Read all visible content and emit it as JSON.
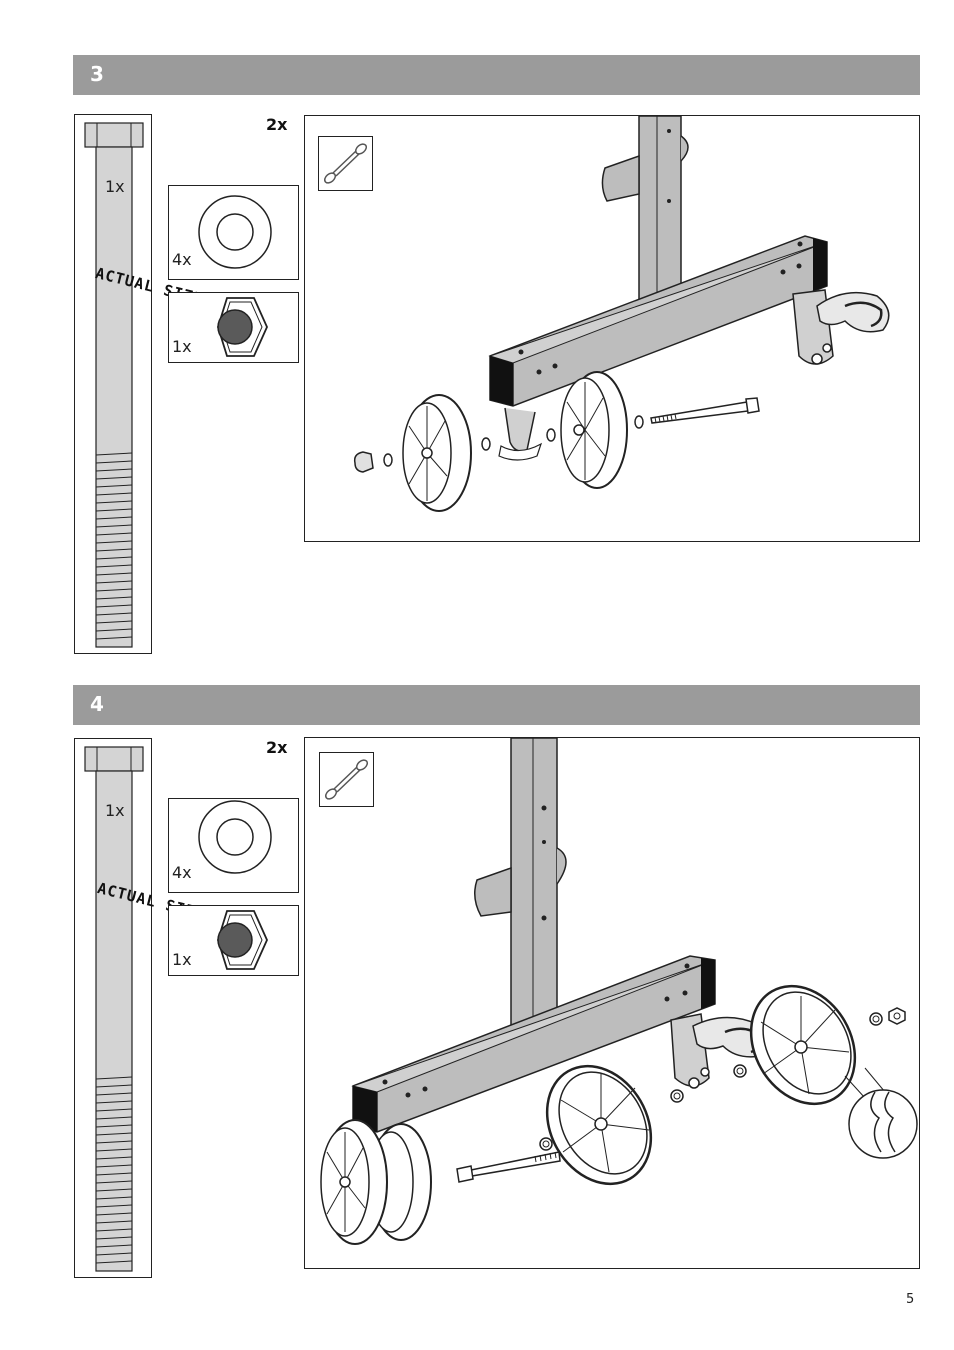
{
  "steps": [
    {
      "number": "3",
      "bolt_qty": "1x",
      "set_multiplier": "2x",
      "washer_qty": "4x",
      "nut_qty": "1x",
      "actual_size_label": "ACTUAL SIZE"
    },
    {
      "number": "4",
      "bolt_qty": "1x",
      "set_multiplier": "2x",
      "washer_qty": "4x",
      "nut_qty": "1x",
      "actual_size_label": "ACTUAL SIZE"
    }
  ],
  "page_number": "5",
  "icons": {
    "tool": "wrench-icon",
    "bolt": "bolt-icon",
    "washer": "washer-icon",
    "nut": "hex-nut-icon"
  },
  "colors": {
    "step_bar": "#9b9b9b",
    "part_fill": "#d4d4d4",
    "nut_core": "#5a5a5a",
    "ink": "#111111"
  }
}
